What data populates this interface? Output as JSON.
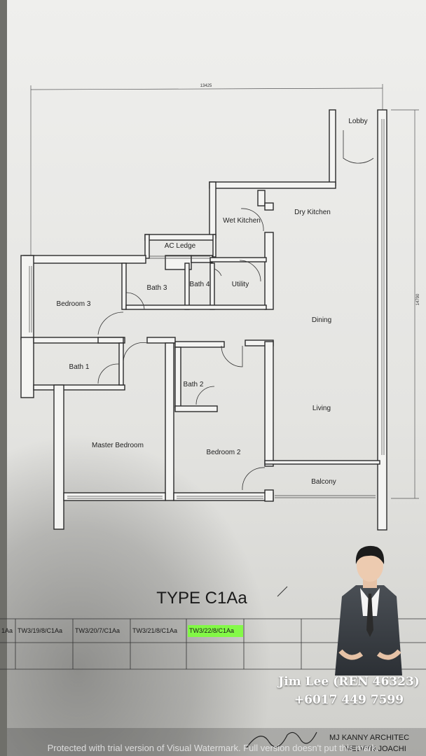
{
  "plan": {
    "width_dimension": "13425",
    "depth_dimension": "14790",
    "type_title": "TYPE C1Aa"
  },
  "rooms": {
    "lobby": "Lobby",
    "dry_kitchen": "Dry Kitchen",
    "wet_kitchen": "Wet Kitchen",
    "ac_ledge": "AC Ledge",
    "bath3": "Bath 3",
    "bath4": "Bath 4",
    "utility": "Utility",
    "bedroom3": "Bedroom 3",
    "dining": "Dining",
    "bath1": "Bath 1",
    "bath2": "Bath 2",
    "living": "Living",
    "master_bedroom": "Master Bedroom",
    "bedroom2": "Bedroom 2",
    "balcony": "Balcony"
  },
  "unit_table": {
    "units": [
      "1Aa",
      "TW3/19/8/C1Aa",
      "TW3/20/7/C1Aa",
      "TW3/21/8/C1Aa",
      "TW3/22/8/C1Aa"
    ],
    "highlight_color": "#7cff3a"
  },
  "agent": {
    "name": "Jim Lee (REN 46323)",
    "phone": "+6017 449 7599"
  },
  "footer": {
    "watermark": "Protected with trial version of Visual Watermark. Full version doesn't put this mark.",
    "architect": "MJ KANNY ARCHITEC",
    "architect_line2": "MELVYN JOACHI"
  }
}
